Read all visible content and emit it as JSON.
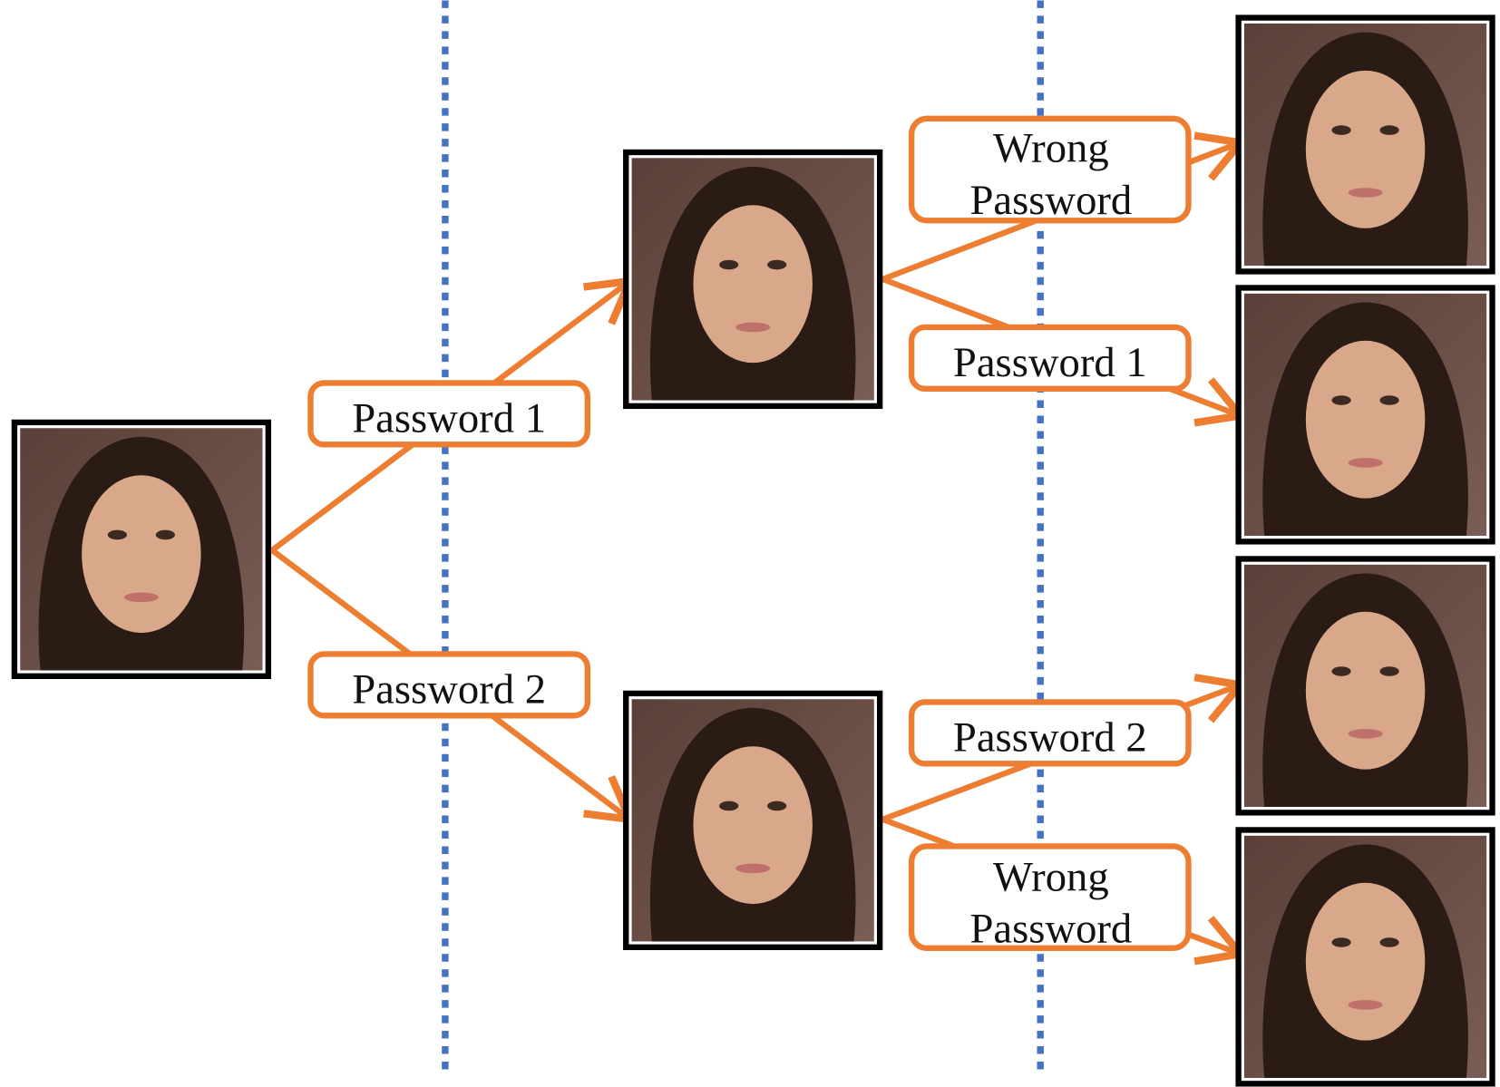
{
  "diagram": {
    "labels": {
      "p1_first": "Password 1",
      "p2_first": "Password 2",
      "wrong_top_line1": "Wrong",
      "wrong_top_line2": "Password",
      "p1_second": "Password 1",
      "p2_second": "Password 2",
      "wrong_bottom_line1": "Wrong",
      "wrong_bottom_line2": "Password"
    },
    "colors": {
      "arrow": "#ED7D31",
      "divider": "#4472C4"
    },
    "images": [
      "original-face",
      "encrypted-face-1",
      "encrypted-face-2",
      "decoded-wrong-1",
      "decoded-correct-1",
      "decoded-correct-2",
      "decoded-wrong-2"
    ]
  }
}
